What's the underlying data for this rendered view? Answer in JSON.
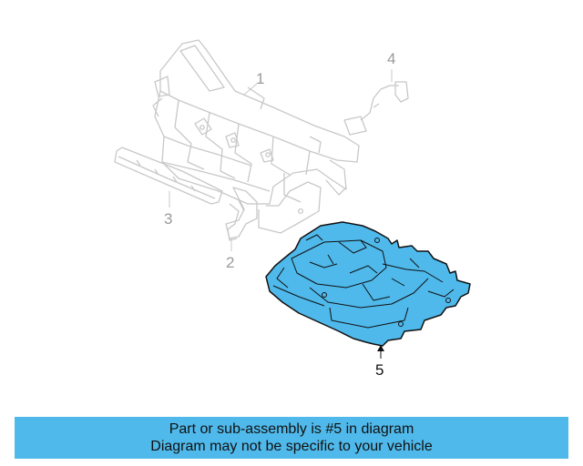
{
  "diagram": {
    "callouts": [
      {
        "id": "1",
        "label": "1"
      },
      {
        "id": "2",
        "label": "2"
      },
      {
        "id": "3",
        "label": "3"
      },
      {
        "id": "4",
        "label": "4"
      },
      {
        "id": "5",
        "label": "5"
      }
    ],
    "highlighted_callout": "5"
  },
  "colors": {
    "highlight_fill": "#4FB9EB",
    "banner_bg": "#4FB9EB",
    "ghost_stroke": "#c8c8c8",
    "outline": "#111111"
  },
  "banner": {
    "line1": "Part or sub-assembly is #5 in diagram",
    "line2": "Diagram may not be specific to your vehicle"
  }
}
